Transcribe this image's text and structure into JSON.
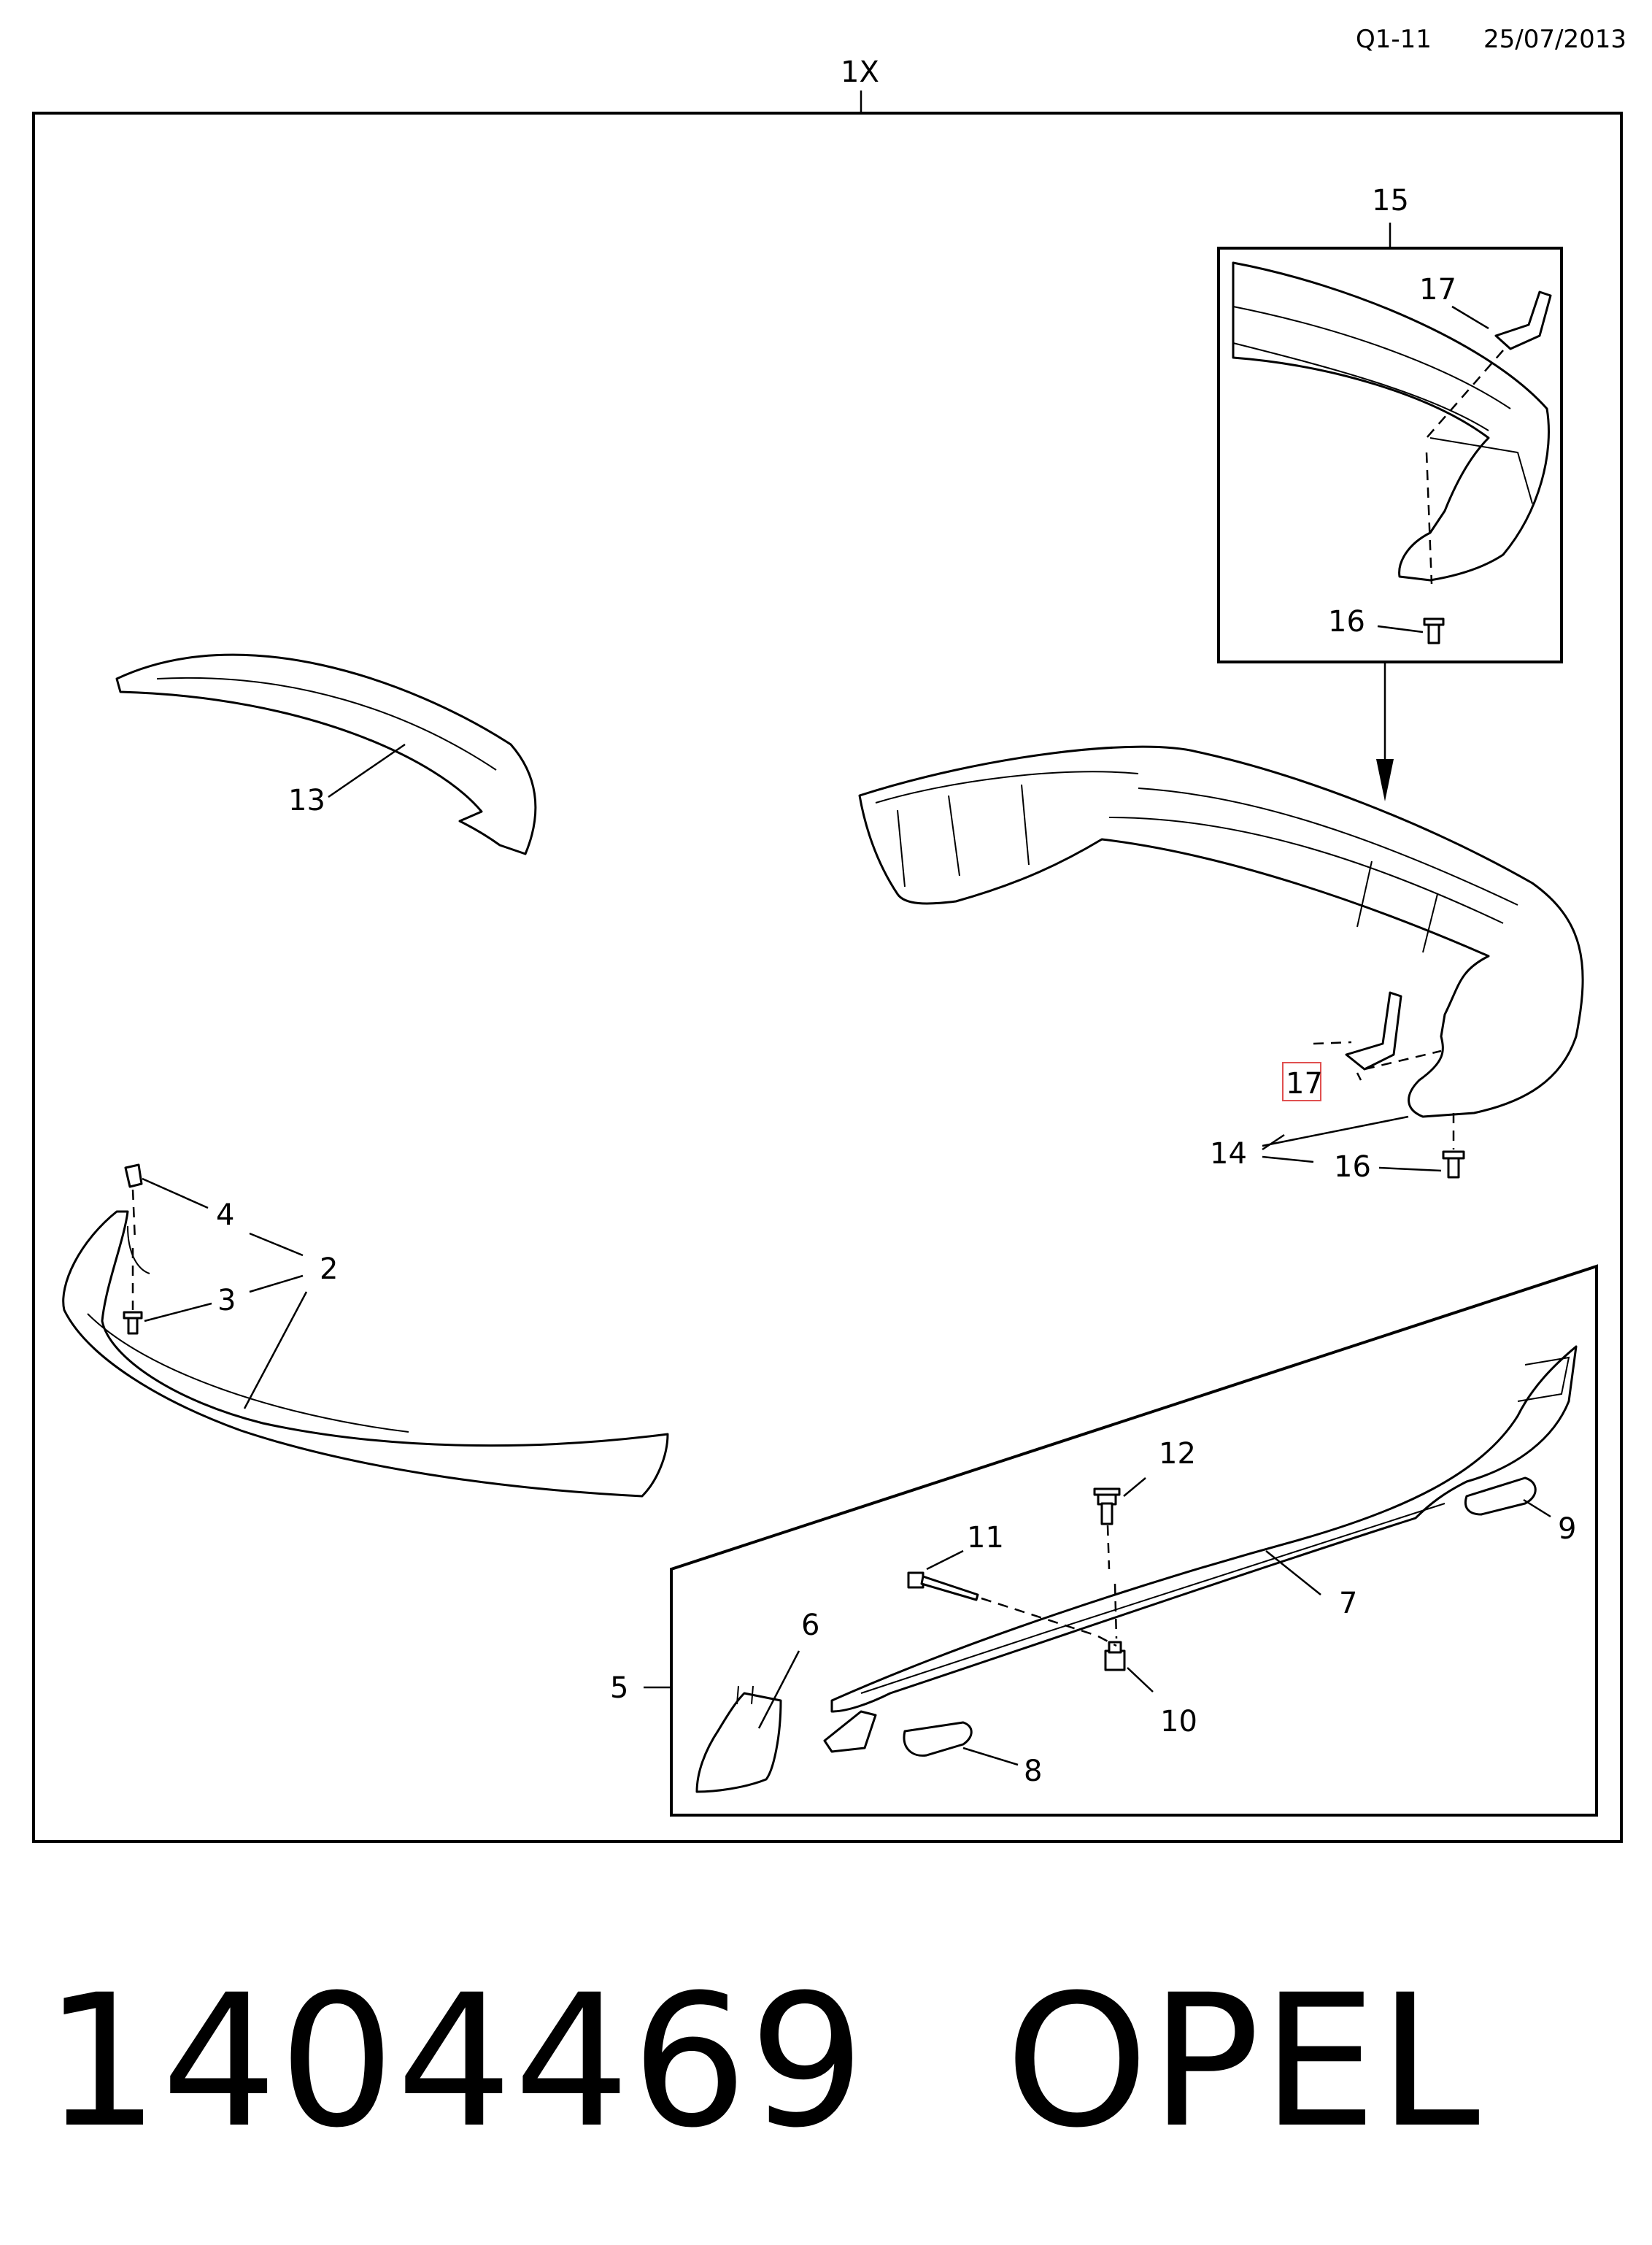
{
  "header": {
    "code": "Q1-11",
    "date": "25/07/2013"
  },
  "assembly": {
    "label": "1X"
  },
  "callouts": {
    "c2": "2",
    "c3": "3",
    "c4": "4",
    "c5": "5",
    "c6": "6",
    "c7": "7",
    "c8": "8",
    "c9": "9",
    "c10": "10",
    "c11": "11",
    "c12": "12",
    "c13": "13",
    "c14": "14",
    "c15": "15",
    "c16_inset": "16",
    "c16": "16",
    "c17_inset": "17",
    "c17": "17"
  },
  "footer": {
    "part_number": "1404469",
    "brand": "OPEL"
  }
}
